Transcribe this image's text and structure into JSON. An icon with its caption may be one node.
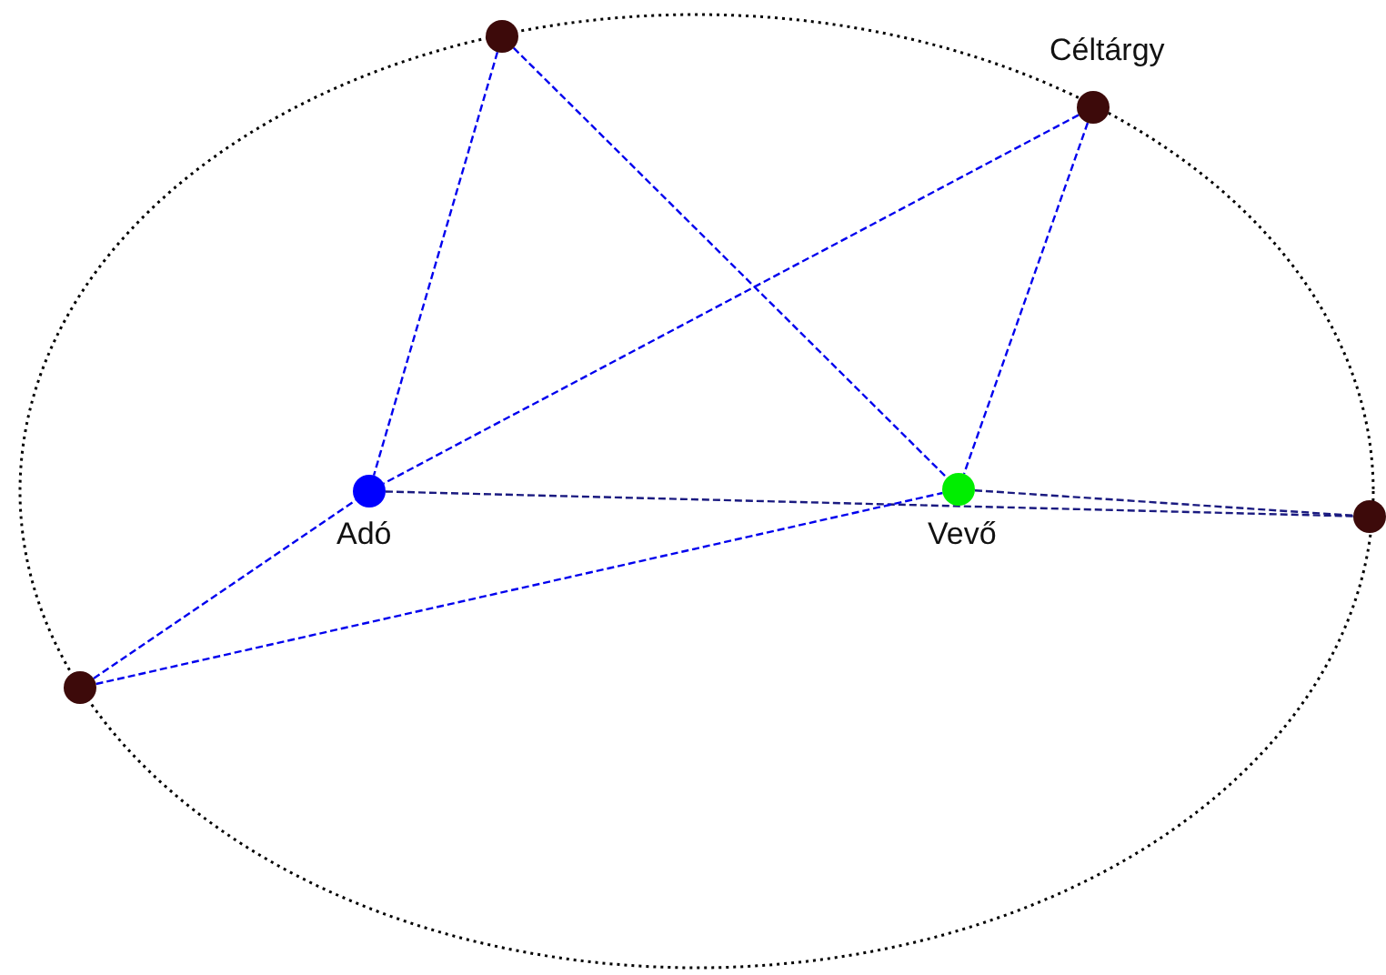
{
  "diagram": {
    "nodes": [
      {
        "text": [],
        "shape": "circle"
      },
      {
        "text": [
          "Céltárgy"
        ]
      },
      {
        "text": [
          "Adó"
        ]
      },
      {
        "text": [
          "Vevő"
        ]
      },
      {
        "text": [],
        "shape": "circle"
      },
      {
        "text": [],
        "shape": "circle"
      }
    ],
    "edges": [
      {
        "from": 0,
        "to": 2,
        "arrow": "none",
        "style": "dashed"
      },
      {
        "from": 0,
        "to": 3,
        "arrow": "none",
        "style": "dashed"
      },
      {
        "from": 1,
        "to": 2,
        "arrow": "none",
        "style": "dashed"
      },
      {
        "from": 1,
        "to": 3,
        "arrow": "none",
        "style": "dashed"
      },
      {
        "from": 2,
        "to": 4,
        "arrow": "none",
        "style": "dashed",
        "color": "#1a1a80"
      },
      {
        "from": 3,
        "to": 4,
        "arrow": "none",
        "style": "dashed",
        "color": "#1a1a80"
      },
      {
        "from": 5,
        "to": 2,
        "arrow": "none",
        "style": "dashed"
      },
      {
        "from": 5,
        "to": 3,
        "arrow": "none",
        "style": "dashed"
      }
    ]
  }
}
